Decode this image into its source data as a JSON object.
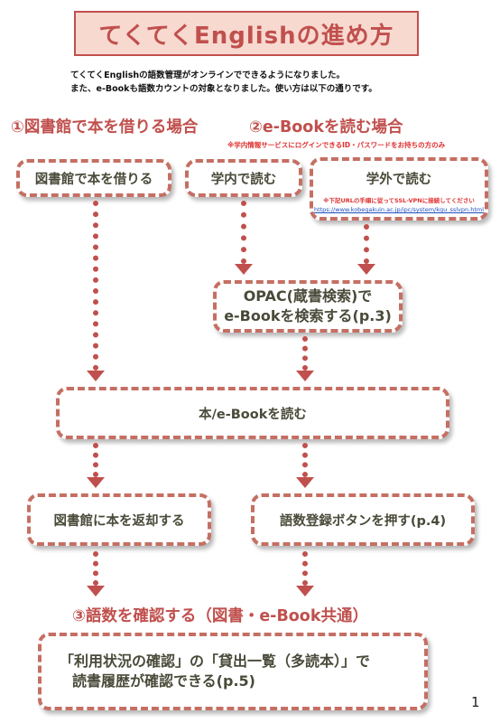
{
  "title": "てくてくEnglishの進め方",
  "intro": {
    "line1": "てくてくEnglishの語数管理がオンラインでできるようになりました。",
    "line2": "また、e-Bookも語数カウントの対象となりました。使い方は以下の通りです。"
  },
  "section1": {
    "heading": "①図書館で本を借りる場合",
    "box_borrow": "図書館で本を借りる"
  },
  "section2": {
    "heading": "②e-Bookを読む場合",
    "note": "※学内情報サービスにログインできるID・パスワードをお持ちの方のみ",
    "box_oncampus": "学内で読む",
    "box_offcampus": "学外で読む",
    "offcampus_note": "※下記URLの手順に従ってSSL-VPNに接続してください",
    "offcampus_url": "https://www.kobegakuin.ac.jp/ipc/system/kgu_sslvpn.html",
    "opac_line1": "OPAC(蔵書検索)で",
    "opac_line2": "e-Bookを検索する(p.3)"
  },
  "read_box": "本/e-Bookを読む",
  "return_box": "図書館に本を返却する",
  "register_box": "語数登録ボタンを押す(p.4)",
  "section3": {
    "heading": "③語数を確認する（図書・e-Book共通）",
    "line1": "「利用状況の確認」の「貸出一覧（多読本）」で",
    "line2": "読書履歴が確認できる(p.5)"
  },
  "page_number": "1",
  "colors": {
    "accent": "#c0504d",
    "title_bg": "#f7d9d0",
    "box_border": "#c56f63"
  }
}
